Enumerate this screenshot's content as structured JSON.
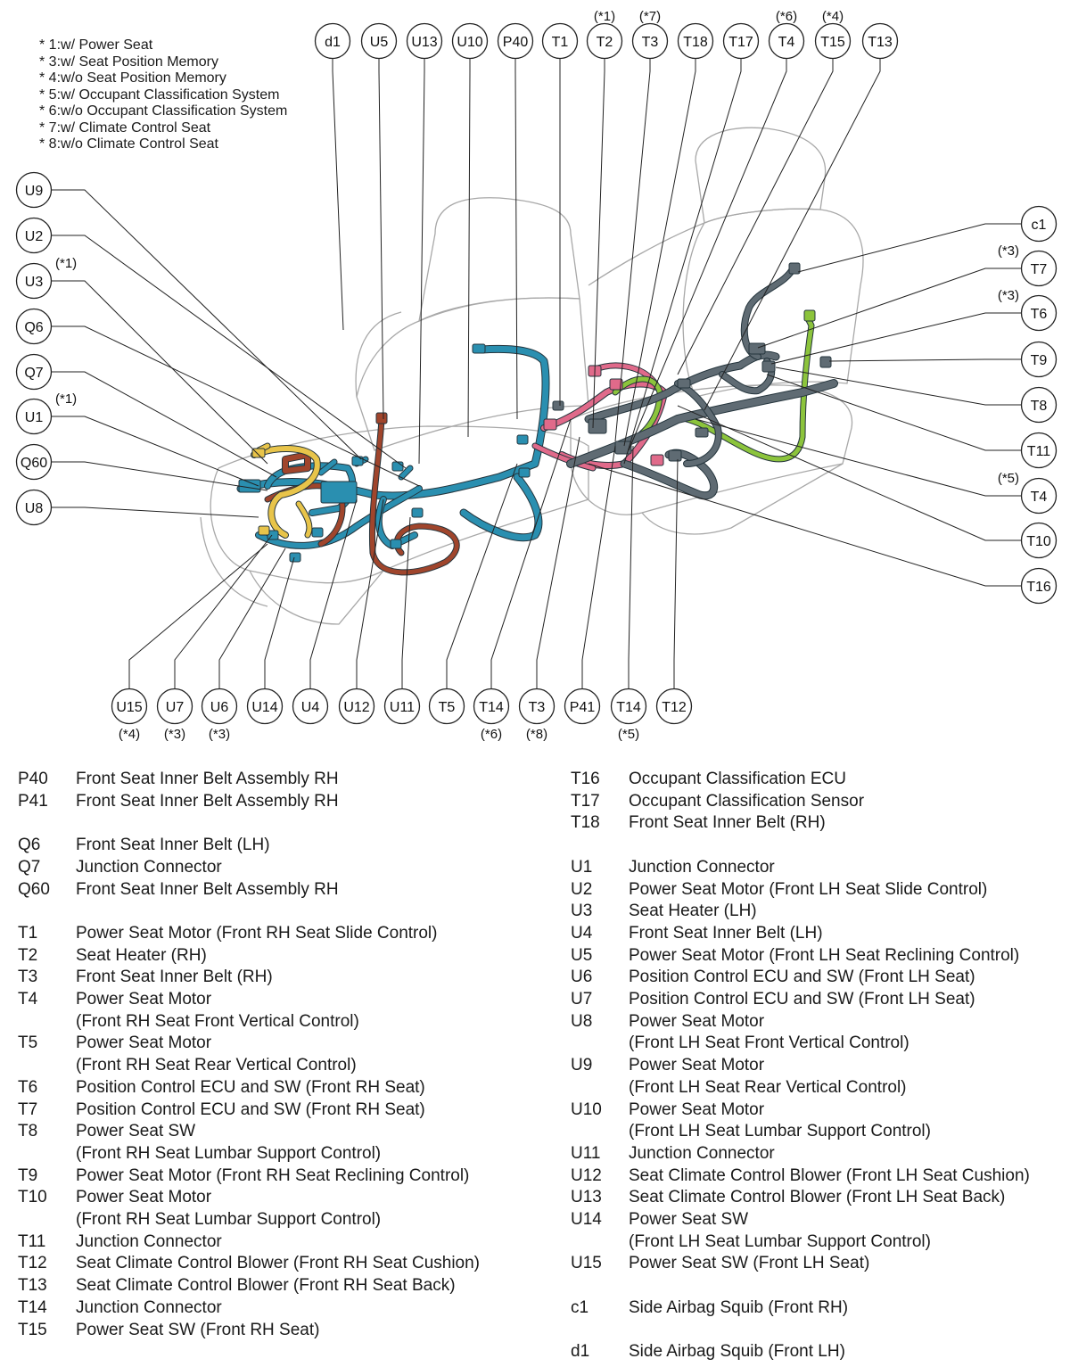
{
  "notes": [
    "* 1:w/ Power Seat",
    "* 3:w/ Seat Position Memory",
    "* 4:w/o Seat Position Memory",
    "* 5:w/ Occupant Classification System",
    "* 6:w/o Occupant Classification System",
    "* 7:w/ Climate Control Seat",
    "* 8:w/o Climate Control Seat"
  ],
  "callouts_top": [
    {
      "label": "d1",
      "note": ""
    },
    {
      "label": "U5",
      "note": ""
    },
    {
      "label": "U13",
      "note": ""
    },
    {
      "label": "U10",
      "note": ""
    },
    {
      "label": "P40",
      "note": ""
    },
    {
      "label": "T1",
      "note": ""
    },
    {
      "label": "T2",
      "note": "(*1)"
    },
    {
      "label": "T3",
      "note": "(*7)"
    },
    {
      "label": "T18",
      "note": ""
    },
    {
      "label": "T17",
      "note": ""
    },
    {
      "label": "T4",
      "note": "(*6)"
    },
    {
      "label": "T15",
      "note": "(*4)"
    },
    {
      "label": "T13",
      "note": ""
    }
  ],
  "callouts_left": [
    {
      "label": "U9",
      "note": ""
    },
    {
      "label": "U2",
      "note": ""
    },
    {
      "label": "U3",
      "note": "(*1)"
    },
    {
      "label": "Q6",
      "note": ""
    },
    {
      "label": "Q7",
      "note": ""
    },
    {
      "label": "U1",
      "note": "(*1)"
    },
    {
      "label": "Q60",
      "note": ""
    },
    {
      "label": "U8",
      "note": ""
    }
  ],
  "callouts_right": [
    {
      "label": "c1",
      "note": ""
    },
    {
      "label": "T7",
      "note": "(*3)"
    },
    {
      "label": "T6",
      "note": "(*3)"
    },
    {
      "label": "T9",
      "note": ""
    },
    {
      "label": "T8",
      "note": ""
    },
    {
      "label": "T11",
      "note": ""
    },
    {
      "label": "T4",
      "note": "(*5)"
    },
    {
      "label": "T10",
      "note": ""
    },
    {
      "label": "T16",
      "note": ""
    }
  ],
  "callouts_bottom": [
    {
      "label": "U15",
      "note": "(*4)"
    },
    {
      "label": "U7",
      "note": "(*3)"
    },
    {
      "label": "U6",
      "note": "(*3)"
    },
    {
      "label": "U14",
      "note": ""
    },
    {
      "label": "U4",
      "note": ""
    },
    {
      "label": "U12",
      "note": ""
    },
    {
      "label": "U11",
      "note": ""
    },
    {
      "label": "T5",
      "note": ""
    },
    {
      "label": "T14",
      "note": "(*6)"
    },
    {
      "label": "T3",
      "note": "(*8)"
    },
    {
      "label": "P41",
      "note": ""
    },
    {
      "label": "T14",
      "note": "(*5)"
    },
    {
      "label": "T12",
      "note": ""
    }
  ],
  "legend_left": [
    {
      "code": "P40",
      "desc": "Front Seat Inner Belt Assembly RH"
    },
    {
      "code": "P41",
      "desc": "Front Seat Inner Belt Assembly RH"
    },
    {
      "code": "",
      "desc": ""
    },
    {
      "code": "Q6",
      "desc": "Front Seat Inner Belt (LH)"
    },
    {
      "code": "Q7",
      "desc": "Junction Connector"
    },
    {
      "code": "Q60",
      "desc": "Front Seat Inner Belt Assembly RH"
    },
    {
      "code": "",
      "desc": ""
    },
    {
      "code": "T1",
      "desc": "Power Seat Motor (Front RH Seat Slide Control)"
    },
    {
      "code": "T2",
      "desc": "Seat Heater (RH)"
    },
    {
      "code": "T3",
      "desc": "Front Seat Inner Belt (RH)"
    },
    {
      "code": "T4",
      "desc": "Power Seat Motor"
    },
    {
      "code": "",
      "desc": "(Front RH Seat Front Vertical Control)"
    },
    {
      "code": "T5",
      "desc": "Power Seat Motor"
    },
    {
      "code": "",
      "desc": "(Front RH Seat Rear Vertical Control)"
    },
    {
      "code": "T6",
      "desc": "Position Control ECU and SW (Front RH Seat)"
    },
    {
      "code": "T7",
      "desc": "Position Control ECU and SW (Front RH Seat)"
    },
    {
      "code": "T8",
      "desc": "Power Seat SW"
    },
    {
      "code": "",
      "desc": "(Front RH Seat Lumbar Support Control)"
    },
    {
      "code": "T9",
      "desc": "Power Seat Motor (Front RH Seat Reclining Control)"
    },
    {
      "code": "T10",
      "desc": "Power Seat Motor"
    },
    {
      "code": "",
      "desc": "(Front RH Seat Lumbar Support Control)"
    },
    {
      "code": "T11",
      "desc": "Junction Connector"
    },
    {
      "code": "T12",
      "desc": "Seat Climate Control Blower (Front RH Seat Cushion)"
    },
    {
      "code": "T13",
      "desc": "Seat Climate Control Blower (Front RH Seat Back)"
    },
    {
      "code": "T14",
      "desc": "Junction Connector"
    },
    {
      "code": "T15",
      "desc": "Power Seat SW (Front RH Seat)"
    }
  ],
  "legend_right": [
    {
      "code": "T16",
      "desc": "Occupant Classification ECU"
    },
    {
      "code": "T17",
      "desc": "Occupant Classification Sensor"
    },
    {
      "code": "T18",
      "desc": "Front Seat Inner Belt (RH)"
    },
    {
      "code": "",
      "desc": ""
    },
    {
      "code": "U1",
      "desc": "Junction Connector"
    },
    {
      "code": "U2",
      "desc": "Power Seat Motor (Front LH Seat Slide Control)"
    },
    {
      "code": "U3",
      "desc": "Seat Heater (LH)"
    },
    {
      "code": "U4",
      "desc": "Front Seat Inner Belt (LH)"
    },
    {
      "code": "U5",
      "desc": "Power Seat Motor (Front LH Seat Reclining Control)"
    },
    {
      "code": "U6",
      "desc": "Position Control ECU and SW (Front LH Seat)"
    },
    {
      "code": "U7",
      "desc": "Position Control ECU and SW (Front LH Seat)"
    },
    {
      "code": "U8",
      "desc": "Power Seat Motor"
    },
    {
      "code": "",
      "desc": "(Front LH Seat Front Vertical Control)"
    },
    {
      "code": "U9",
      "desc": "Power Seat Motor"
    },
    {
      "code": "",
      "desc": "(Front LH Seat Rear Vertical Control)"
    },
    {
      "code": "U10",
      "desc": "Power Seat Motor"
    },
    {
      "code": "",
      "desc": "(Front LH Seat Lumbar Support Control)"
    },
    {
      "code": "U11",
      "desc": "Junction Connector"
    },
    {
      "code": "U12",
      "desc": "Seat Climate Control Blower (Front LH Seat Cushion)"
    },
    {
      "code": "U13",
      "desc": "Seat Climate Control Blower (Front LH Seat Back)"
    },
    {
      "code": "U14",
      "desc": "Power Seat SW"
    },
    {
      "code": "",
      "desc": "(Front LH Seat Lumbar Support Control)"
    },
    {
      "code": "U15",
      "desc": "Power Seat SW (Front LH Seat)"
    },
    {
      "code": "",
      "desc": ""
    },
    {
      "code": "c1",
      "desc": "Side Airbag Squib (Front RH)"
    },
    {
      "code": "",
      "desc": ""
    },
    {
      "code": "d1",
      "desc": "Side Airbag Squib (Front LH)"
    }
  ],
  "colors": {
    "harness_blue": "#2a8fb0",
    "harness_red": "#a0452c",
    "harness_yellow": "#e8c44a",
    "harness_pink": "#e06a8a",
    "harness_green": "#8cc43c",
    "harness_grey": "#5f6b73",
    "seat_outline": "#9a9a9a",
    "leader": "#222222"
  }
}
